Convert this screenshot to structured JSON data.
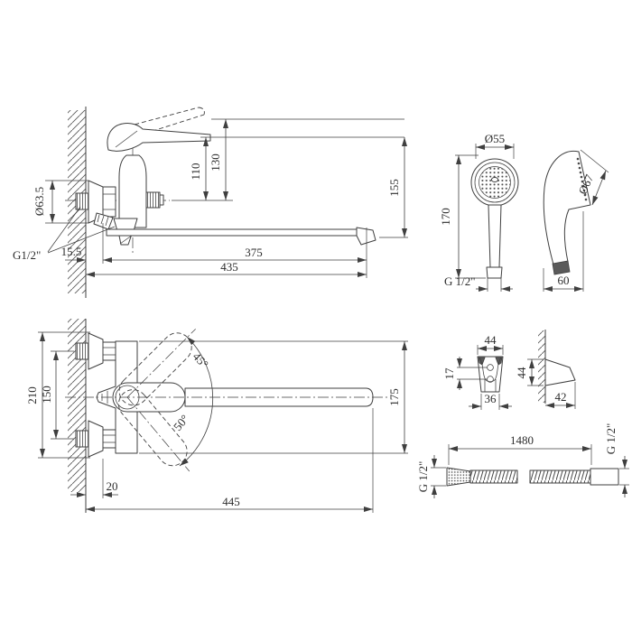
{
  "drawing_title": "wall-mounted-bath-mixer-technical-drawing",
  "colors": {
    "line": "#3f3f3f",
    "text": "#2d2d2d",
    "background": "#ffffff"
  },
  "labels": {
    "mixer_side": {
      "lever_height": "110",
      "lever_raised_height": "130",
      "total_height": "155",
      "flange_diameter": "Ø63.5",
      "thread": "G1/2\"",
      "wall_offset": "15.5",
      "spout_reach": "375",
      "total_reach": "435"
    },
    "shower_front": {
      "head_diameter": "Ø55",
      "length": "170",
      "thread": "G 1/2\""
    },
    "shower_side": {
      "face_diameter": "Ø67",
      "depth": "60"
    },
    "mixer_top": {
      "flange_outer_span": "210",
      "inlet_centers": "150",
      "swing_up_angle": "45°",
      "swing_down_angle": "50°",
      "swing_envelope": "175",
      "wall_offset": "20",
      "total_reach": "445"
    },
    "bracket_front": {
      "width_top": "44",
      "hole_spacing": "17",
      "width_bottom": "36"
    },
    "bracket_side": {
      "height": "44",
      "depth": "42"
    },
    "hose": {
      "length": "1480",
      "thread_left": "G 1/2\"",
      "thread_right": "G 1/2\""
    }
  }
}
